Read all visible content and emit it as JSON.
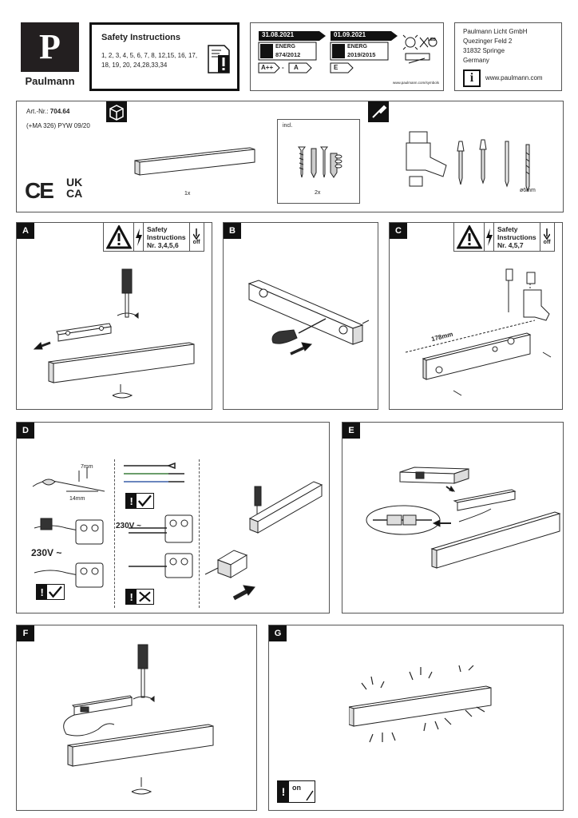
{
  "brand": {
    "logo_letter": "P",
    "name": "Paulmann"
  },
  "safety": {
    "title": "Safety Instructions",
    "numbers_line1": "1, 2, 3, 4, 5, 6, 7, 8, 12,15, 16, 17,",
    "numbers_line2": "18, 19, 20, 24,28,33,34"
  },
  "energy": {
    "date_old": "31.08.2021",
    "date_new": "01.09.2021",
    "label_word": "ENERG",
    "reg_old": "874/2012",
    "reg_new": "2019/2015",
    "class_old_from": "A++",
    "class_sep": "-",
    "class_old_to": "A",
    "class_new": "E",
    "led_badge": "LED",
    "url": "www.paulmann.com/symbols"
  },
  "company": {
    "line1": "Paulmann Licht GmbH",
    "line2": "Quezinger Feld 2",
    "line3": "31832 Springe",
    "line4": "Germany",
    "info_glyph": "i",
    "website": "www.paulmann.com"
  },
  "article": {
    "art_label": "Art.-Nr.:",
    "art_number": "704.64",
    "code_line": "(+MA 326) PYW 09/20",
    "ce": "CE",
    "ukca_1": "UK",
    "ukca_2": "CA"
  },
  "contents": {
    "qty_light": "1x",
    "incl_label": "incl.",
    "qty_screws": "2x",
    "drill_size": "ø6mm"
  },
  "panels": {
    "a": {
      "letter": "A",
      "warn_title_1": "Safety",
      "warn_title_2": "Instructions",
      "warn_nr": "Nr. 3,4,5,6",
      "off": "off"
    },
    "b": {
      "letter": "B"
    },
    "c": {
      "letter": "C",
      "warn_title_1": "Safety",
      "warn_title_2": "Instructions",
      "warn_nr": "Nr. 4,5,7",
      "off": "off",
      "distance": "178mm"
    },
    "d": {
      "letter": "D",
      "strip_7": "7mm",
      "strip_14": "14mm",
      "voltage_1": "230V ~",
      "voltage_2": "230V ~"
    },
    "e": {
      "letter": "E"
    },
    "f": {
      "letter": "F"
    },
    "g": {
      "letter": "G",
      "on": "on"
    }
  },
  "colors": {
    "ink": "#222222",
    "border": "#555555",
    "green_wire": "#3a7d3a",
    "blue_wire": "#3a5fa8"
  }
}
